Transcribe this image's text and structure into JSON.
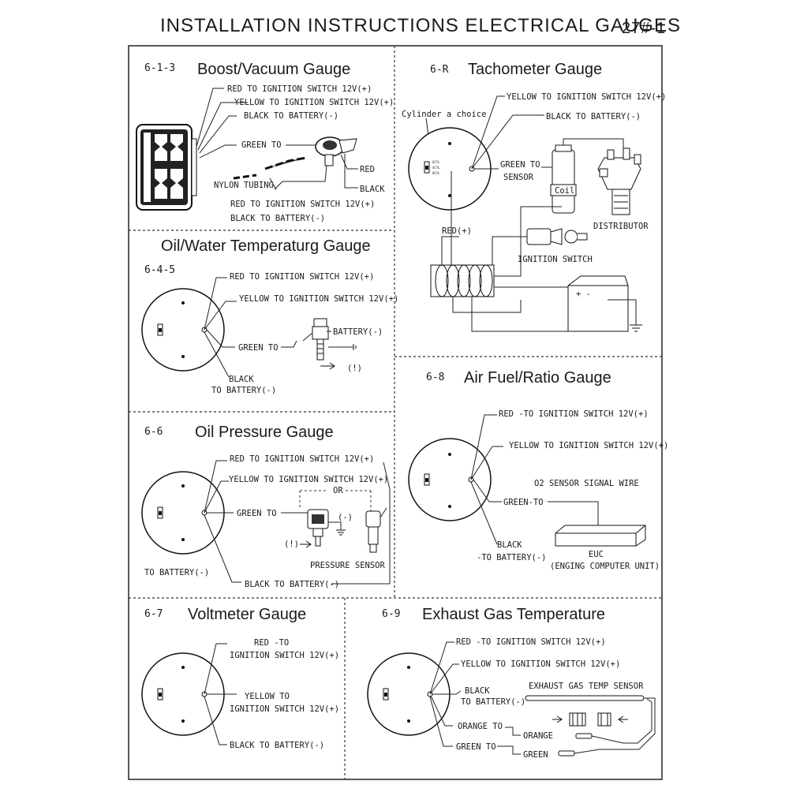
{
  "header": {
    "title": "INSTALLATION INSTRUCTIONS ELECTRICAL GAUGES",
    "page": "27#-1"
  },
  "boost": {
    "code": "6-1-3",
    "title": "Boost/Vacuum Gauge",
    "red": "RED   TO IGNITION SWITCH 12V(+)",
    "yellow": "YELLOW   TO IGNITION SWITCH 12V(+)",
    "black": "BLACK   TO BATTERY(-)",
    "green": "GREEN TO",
    "nylon": "NYLON TUBING",
    "s_red": "RED",
    "s_black": "BLACK",
    "red2": "RED    TO IGNITION SWITCH 12V(+)",
    "black2": "BLACK   TO BATTERY(-)"
  },
  "tach": {
    "code": "6-R",
    "title": "Tachometer Gauge",
    "cyl": "Cylinder a choice",
    "cyl_opts": [
      "6CYL",
      "4CYL",
      "8CYL"
    ],
    "yellow": "YELLOW   TO IGNITION SWITCH 12V(+)",
    "black": "BLACK  TO BATTERY(-)",
    "green1": "GREEN TO",
    "green2": "SENSOR",
    "coil": "Coil",
    "dist": "DISTRIBUTOR",
    "red": "RED(+)",
    "ign": "IGNITION SWITCH",
    "batt": "+    -"
  },
  "temp": {
    "code": "6-4-5",
    "title": "Oil/Water Temperaturg Gauge",
    "red": "RED TO IGNITION SWITCH 12V(+)",
    "yellow": "YELLOW   TO IGNITION SWITCH 12V(+)",
    "green": "GREEN TO",
    "battery": "BATTERY(-)",
    "black1": "BLACK",
    "black2": "TO BATTERY(-)",
    "warn": "(!)"
  },
  "afr": {
    "code": "6-8",
    "title": "Air Fuel/Ratio Gauge",
    "red": "RED -TO IGNITION SWITCH 12V(+)",
    "yellow": "YELLOW   TO IGNITION SWITCH 12V(+)",
    "o2": "O2  SENSOR SIGNAL WIRE",
    "green": "GREEN-TO",
    "black1": "BLACK",
    "black2": "-TO BATTERY(-)",
    "euc1": "EUC",
    "euc2": "(ENGING COMPUTER UNIT)"
  },
  "oilp": {
    "code": "6-6",
    "title": "Oil Pressure Gauge",
    "red": "RED TO IGNITION SWITCH 12V(+)",
    "yellow": "YELLOW TO IGNITION SWITCH 12V(+)",
    "or": "OR",
    "green": "GREEN TO",
    "minus": "(-)",
    "warn": "(!)",
    "sensor": "PRESSURE SENSOR",
    "tobatt": "TO BATTERY(-)",
    "black": "BLACK TO BATTERY(-)"
  },
  "volt": {
    "code": "6-7",
    "title": "Voltmeter Gauge",
    "red1": "RED -TO",
    "red2": "IGNITION SWITCH 12V(+)",
    "yellow1": "YELLOW  TO",
    "yellow2": "IGNITION SWITCH 12V(+)",
    "black": "BLACK TO BATTERY(-)"
  },
  "egt": {
    "code": "6-9",
    "title": "Exhaust Gas Temperature",
    "red": "RED -TO IGNITION SWITCH 12V(+)",
    "yellow": "YELLOW   TO IGNITION SWITCH 12V(+)",
    "black1": "BLACK",
    "black2": "TO BATTERY(-)",
    "sensor": "EXHAUST GAS TEMP SENSOR",
    "orange_to": "ORANGE TO",
    "orange": "ORANGE",
    "green_to": "GREEN TO",
    "green": "GREEN"
  }
}
